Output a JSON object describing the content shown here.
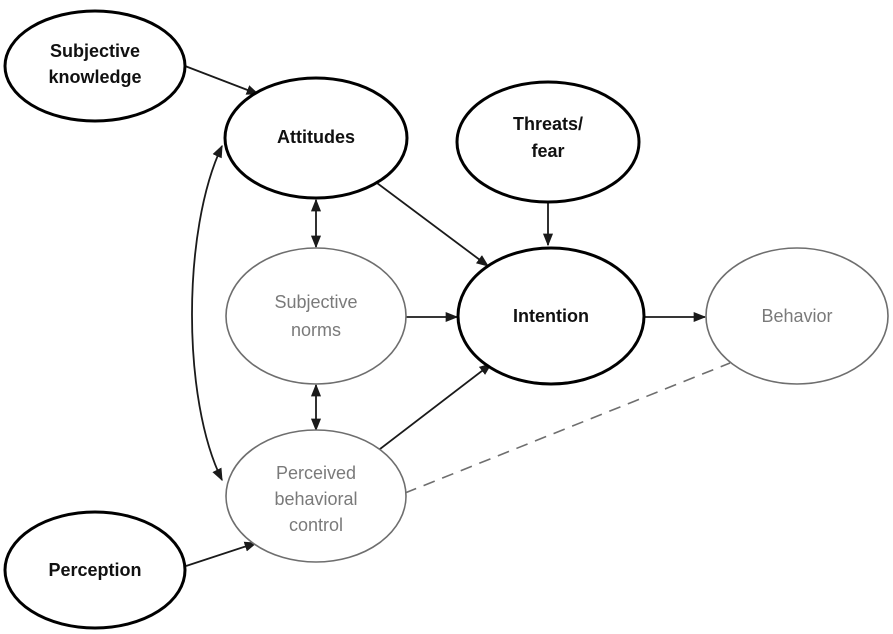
{
  "nodes": {
    "subjective_knowledge": {
      "lines": [
        "Subjective",
        "knowledge"
      ]
    },
    "attitudes": {
      "lines": [
        "Attitudes"
      ]
    },
    "threats_fear": {
      "lines": [
        "Threats/",
        "fear"
      ]
    },
    "subjective_norms": {
      "lines": [
        "Subjective",
        "norms"
      ]
    },
    "intention": {
      "lines": [
        "Intention"
      ]
    },
    "behavior": {
      "lines": [
        "Behavior"
      ]
    },
    "perceived_behavioral_control": {
      "lines": [
        "Perceived",
        "behavioral",
        "control"
      ]
    },
    "perception": {
      "lines": [
        "Perception"
      ]
    }
  },
  "edges": [
    {
      "from": "Subjective knowledge",
      "to": "Attitudes",
      "style": "solid"
    },
    {
      "from": "Attitudes",
      "to": "Intention",
      "style": "solid"
    },
    {
      "from": "Threats/fear",
      "to": "Intention",
      "style": "solid"
    },
    {
      "from": "Subjective norms",
      "to": "Intention",
      "style": "solid"
    },
    {
      "from": "Perceived behavioral control",
      "to": "Intention",
      "style": "solid"
    },
    {
      "from": "Intention",
      "to": "Behavior",
      "style": "solid"
    },
    {
      "from": "Perceived behavioral control",
      "to": "Behavior",
      "style": "dashed"
    },
    {
      "from": "Perception",
      "to": "Perceived behavioral control",
      "style": "solid"
    },
    {
      "from": "Attitudes",
      "to": "Subjective norms",
      "style": "bidirectional"
    },
    {
      "from": "Subjective norms",
      "to": "Perceived behavioral control",
      "style": "bidirectional"
    },
    {
      "from": "Attitudes",
      "to": "Perceived behavioral control",
      "style": "bidirectional-curved"
    }
  ],
  "colors": {
    "strong": "#000000",
    "light": "#6e6e6e",
    "background": "#ffffff"
  }
}
